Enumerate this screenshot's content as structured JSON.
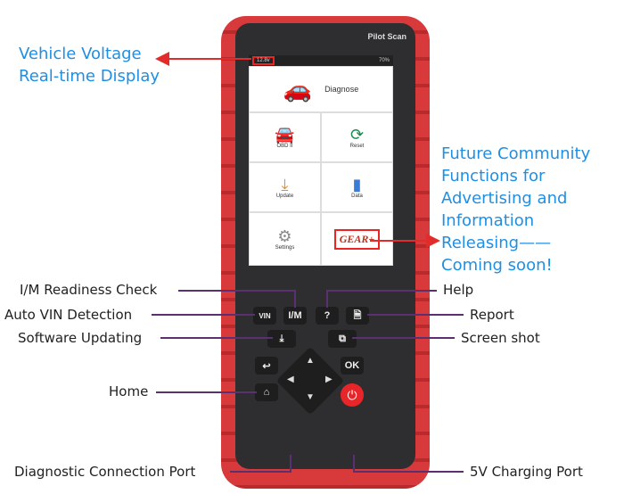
{
  "device": {
    "brand": "Pilot Scan",
    "status": {
      "voltage": "12.8v",
      "battery": "70%"
    },
    "tiles": [
      {
        "label": "Diagnose",
        "icon": "mechanic-car-icon"
      },
      {
        "label": "OBD II",
        "icon": "car-search-icon"
      },
      {
        "label": "Reset",
        "icon": "reset-wrench-icon"
      },
      {
        "label": "Update",
        "icon": "download-icon"
      },
      {
        "label": "Data",
        "icon": "data-book-icon"
      },
      {
        "label": "Settings",
        "icon": "gear-icon"
      }
    ],
    "gear_logo": "GEAR+",
    "keys": {
      "vin": "VIN",
      "im": "I/M",
      "help": "?",
      "ok": "OK"
    }
  },
  "callouts": {
    "voltage": [
      "Vehicle Voltage",
      "Real-time Display"
    ],
    "community": [
      "Future Community",
      "Functions for",
      "Advertising and",
      "Information",
      "Releasing——",
      "Coming soon!"
    ],
    "im": "I/M Readiness Check",
    "help": "Help",
    "vin": "Auto VIN Detection",
    "report": "Report",
    "software": "Software Updating",
    "screenshot": "Screen shot",
    "home": "Home",
    "diag_port": "Diagnostic Connection Port",
    "charge_port": "5V Charging Port"
  },
  "colors": {
    "callout_blue": "#1f8fe3",
    "arrow_red": "#e22b2b",
    "line_purple": "#5a3070",
    "device_red": "#d8393b"
  }
}
